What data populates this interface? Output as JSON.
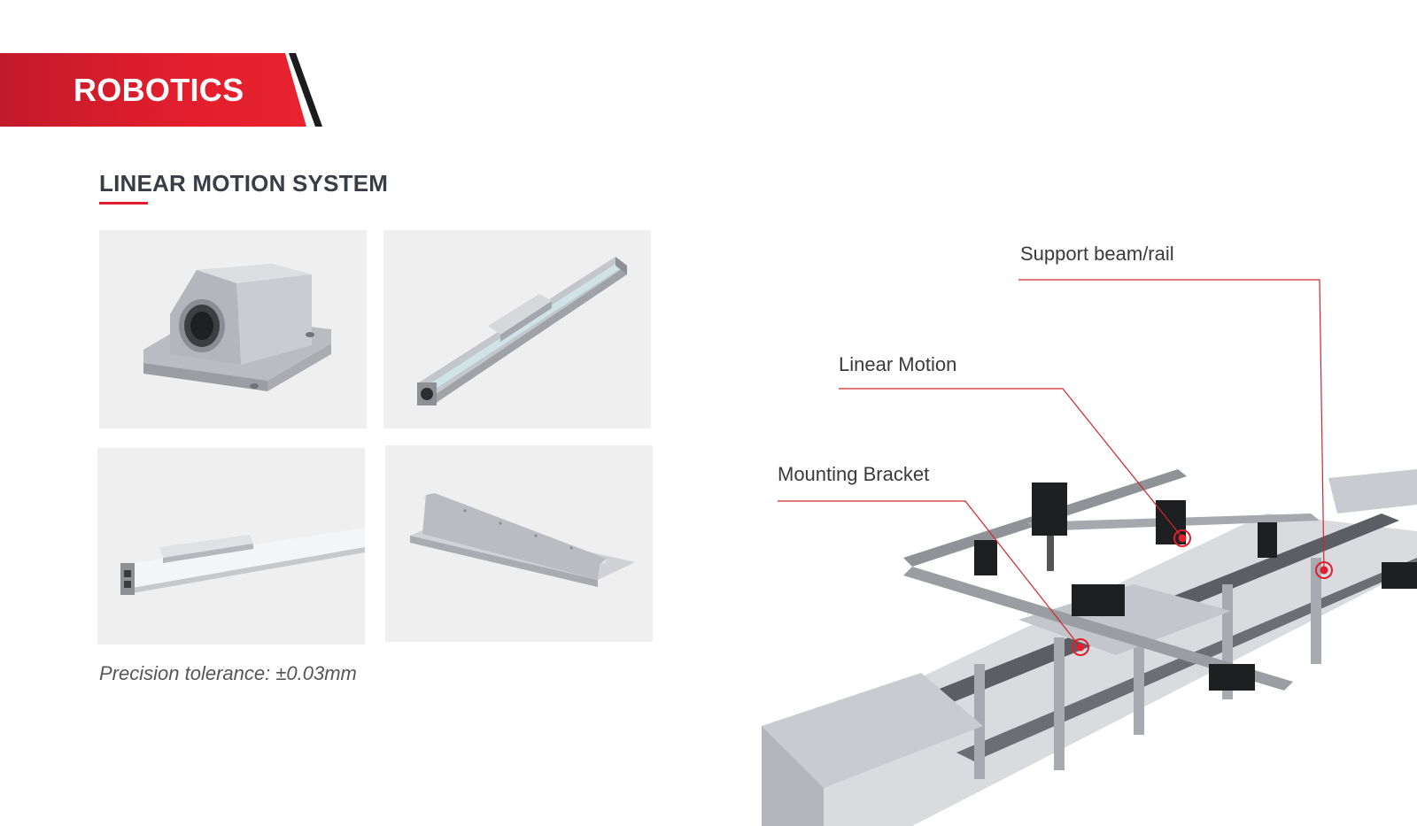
{
  "header": {
    "title": "ROBOTICS"
  },
  "section": {
    "title": "LINEAR MOTION SYSTEM"
  },
  "products": [
    {
      "icon": "linear-bearing-block-icon"
    },
    {
      "icon": "linear-actuator-rail-icon"
    },
    {
      "icon": "guide-rail-profile-icon"
    },
    {
      "icon": "mounting-bracket-icon"
    }
  ],
  "caption": "Precision tolerance: ±0.03mm",
  "callouts": {
    "support": "Support beam/rail",
    "linear": "Linear Motion",
    "mounting": "Mounting Bracket"
  },
  "colors": {
    "accent": "#e31e2d",
    "dark": "#1c1c1c",
    "tile_bg": "#efefef"
  }
}
